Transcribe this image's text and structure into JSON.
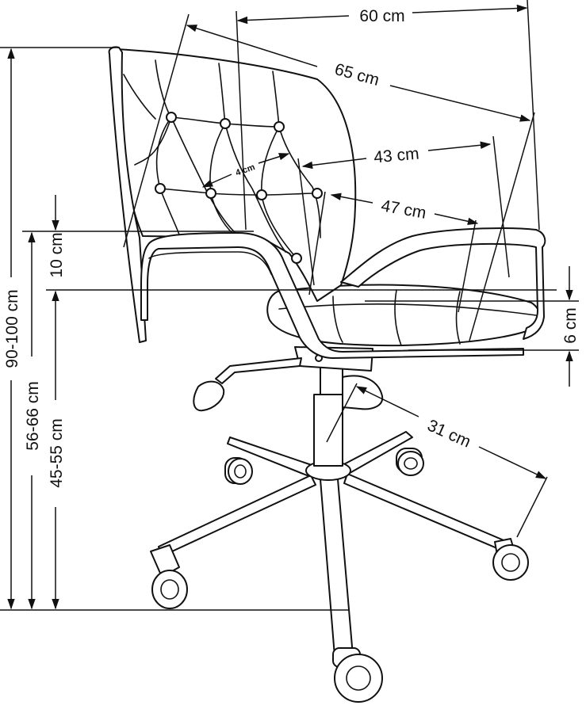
{
  "diagram": {
    "dimensions": {
      "total_height": "90-100 cm",
      "armrest_height": "56-66 cm",
      "seat_height": "45-55 cm",
      "armrest_gap": "10 cm",
      "seat_thickness": "6 cm",
      "overall_width": "60 cm",
      "overall_depth": "65 cm",
      "seat_width": "43 cm",
      "seat_depth": "47 cm",
      "backrest_thickness": "4 cm",
      "base_radius": "31 cm"
    }
  }
}
